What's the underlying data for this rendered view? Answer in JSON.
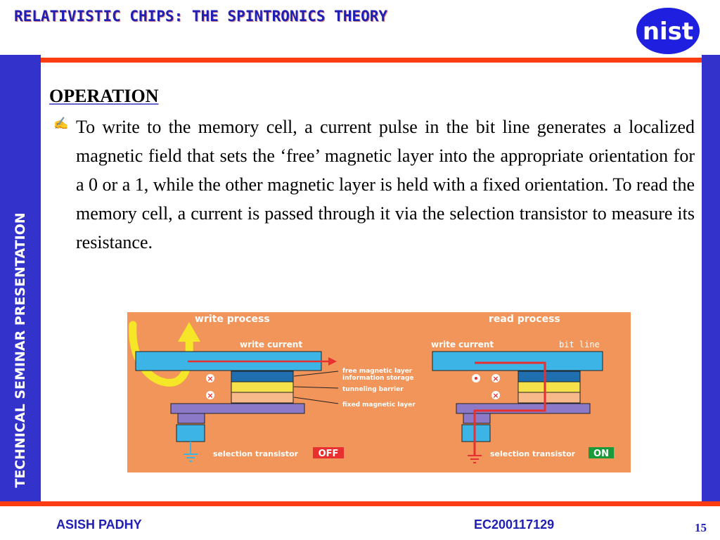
{
  "header": {
    "title": "RELATIVISTIC CHIPS: THE SPINTRONICS THEORY",
    "logo_text": "nist"
  },
  "sidebar": {
    "text": "TECHNICAL SEMINAR PRESENTATION"
  },
  "slide": {
    "heading": "OPERATION",
    "bullet_icon": "pencil-icon",
    "bullet_text": "To write to the memory cell, a current pulse in the bit line generates a localized magnetic field that sets the ‘free’ magnetic layer into the appropriate orientation for a 0 or a 1, while the other magnetic layer is held with a fixed orientation. To read the memory cell, a current is passed through it via the selection transistor to measure its resistance."
  },
  "figure": {
    "write": {
      "title": "write process",
      "current_label": "write current",
      "transistor_label": "selection transistor",
      "transistor_state": "OFF"
    },
    "read": {
      "title": "read process",
      "current_label": "write current",
      "bitline_label": "bit line",
      "transistor_label": "selection transistor",
      "transistor_state": "ON"
    },
    "layer_labels": {
      "free_line1": "free magnetic layer",
      "free_line2": "information storage",
      "barrier": "tunneling barrier",
      "fixed": "fixed magnetic layer"
    },
    "colors": {
      "background": "#f2955a",
      "bit_line": "#3cb4e6",
      "free_layer": "#1f6fb0",
      "barrier": "#f5e14a",
      "fixed_layer": "#f7b98a",
      "base": "#8c7ac8",
      "current_path": "#e83030",
      "off_badge": "#e83030",
      "on_badge": "#1a9a3a",
      "field_arrow": "#f5e628"
    }
  },
  "footer": {
    "author": "ASISH PADHY",
    "id": "EC200117129",
    "page": "15"
  }
}
